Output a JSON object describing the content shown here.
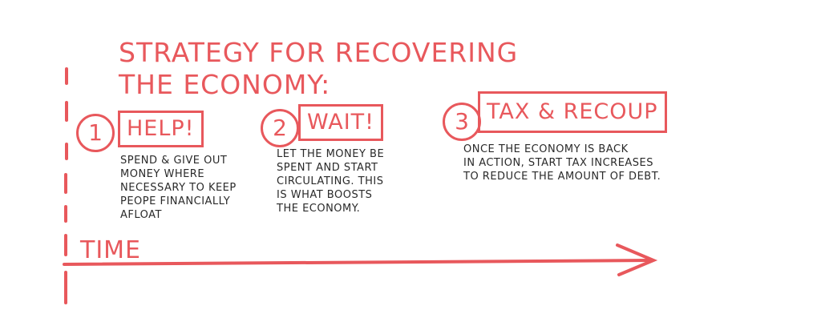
{
  "title": {
    "lines": [
      "Strategy for recovering",
      "the economy:"
    ]
  },
  "steps": [
    {
      "number": "1",
      "label": "Help!",
      "description": [
        "Spend & give out",
        "money where",
        "necessary to keep",
        "peope financially",
        "afloat"
      ]
    },
    {
      "number": "2",
      "label": "Wait!",
      "description": [
        "Let the money be",
        "spent and start",
        "circulating. This",
        "is what boosts",
        "the economy."
      ]
    },
    {
      "number": "3",
      "label": "Tax & Recoup",
      "description": [
        "Once the economy is back",
        "in action, start tax increases",
        "to reduce the amount of debt."
      ]
    }
  ],
  "axis": {
    "label": "Time"
  },
  "colors": {
    "accent": "#e8585c",
    "text": "#2a2a2a"
  }
}
